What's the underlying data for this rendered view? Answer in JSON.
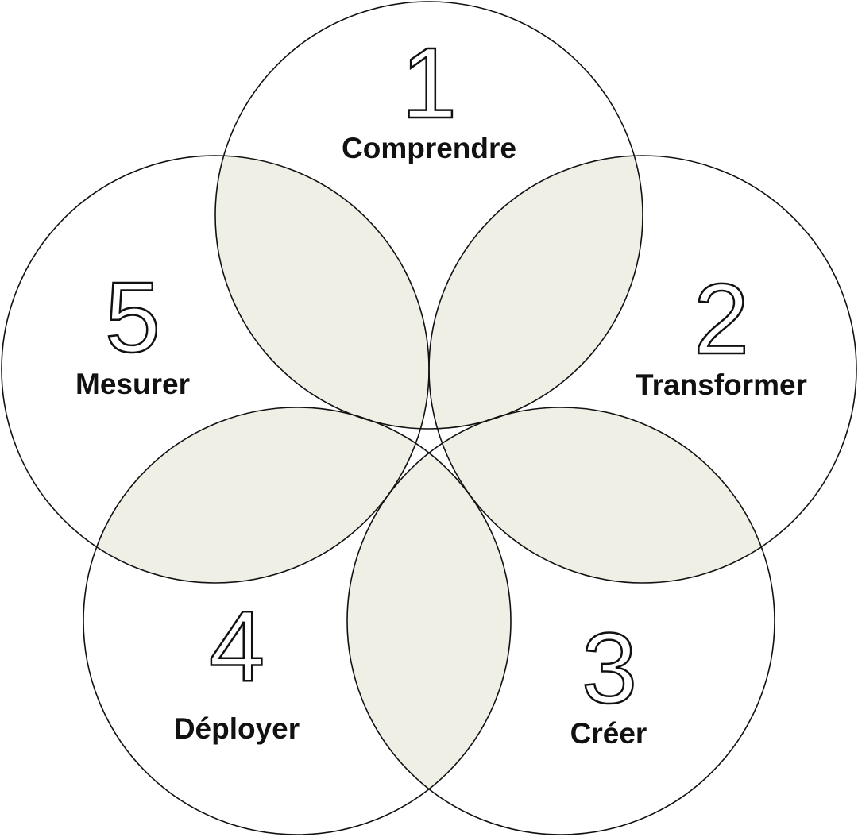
{
  "colors": {
    "lens_fill": "#efefe6",
    "stroke": "#111111"
  },
  "steps": [
    {
      "number": "1",
      "label": "Comprendre"
    },
    {
      "number": "2",
      "label": "Transformer"
    },
    {
      "number": "3",
      "label": "Créer"
    },
    {
      "number": "4",
      "label": "Déployer"
    },
    {
      "number": "5",
      "label": "Mesurer"
    }
  ]
}
